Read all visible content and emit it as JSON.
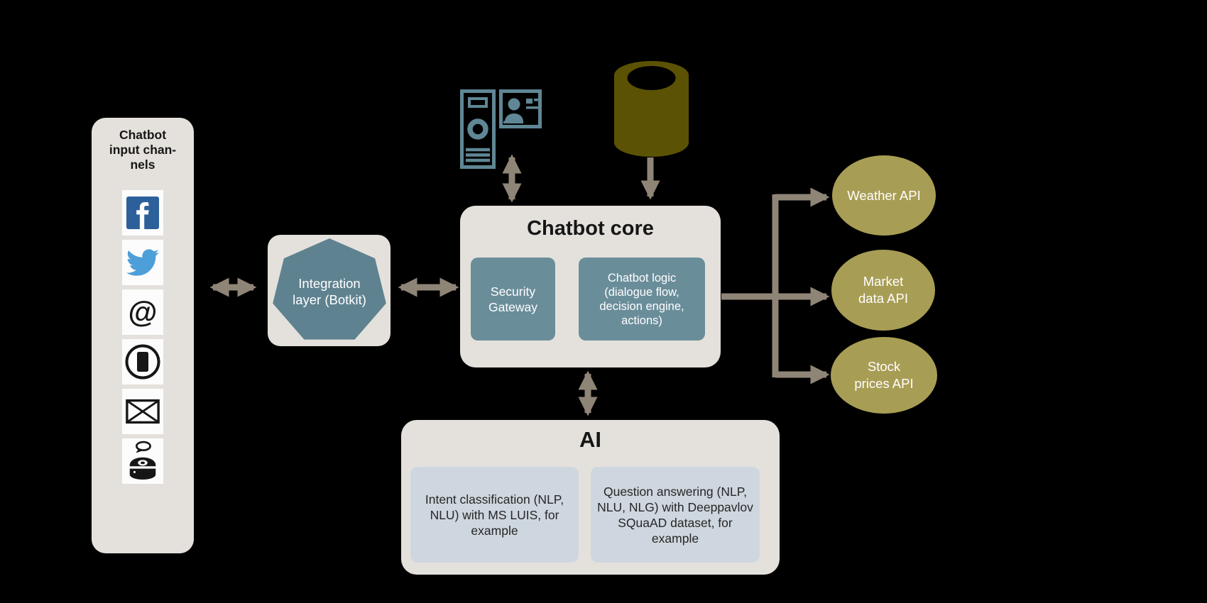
{
  "diagram": {
    "background": "#000000",
    "palette": {
      "panel_beige": "#e4e1dc",
      "node_teal": "#6a8d9a",
      "heptagon_teal": "#5f8290",
      "ai_inner_blue": "#ced7df",
      "api_olive": "#a89d54",
      "database_olive": "#5c5204",
      "arrow_taupe": "#8f8577",
      "device_icon_slate": "#5f8795",
      "facebook_blue": "#2d609b",
      "twitter_blue": "#4d9fd9"
    }
  },
  "channels": {
    "title_lines": [
      "Chatbot",
      "input chan-",
      "nels"
    ],
    "icons": [
      "facebook",
      "twitter",
      "email-at",
      "phone",
      "mail-envelope",
      "smart-speaker"
    ]
  },
  "integration": {
    "label": "Integration layer (Botkit)"
  },
  "core": {
    "title": "Chatbot core",
    "security_label": "Security Gateway",
    "logic_label": "Chatbot logic (dialogue flow, decision engine, actions)"
  },
  "upstream_icons": [
    "server-and-id-card",
    "database-cylinder"
  ],
  "ai": {
    "title": "AI",
    "intent_label": "Intent classification (NLP, NLU) with MS LUIS, for example",
    "qa_label": "Question answering (NLP, NLU, NLG) with Deeppavlov SQuaAD dataset, for example"
  },
  "external_apis": {
    "items": [
      {
        "label": "Weather API"
      },
      {
        "label": "Market data API"
      },
      {
        "label": "Stock prices API"
      }
    ]
  }
}
